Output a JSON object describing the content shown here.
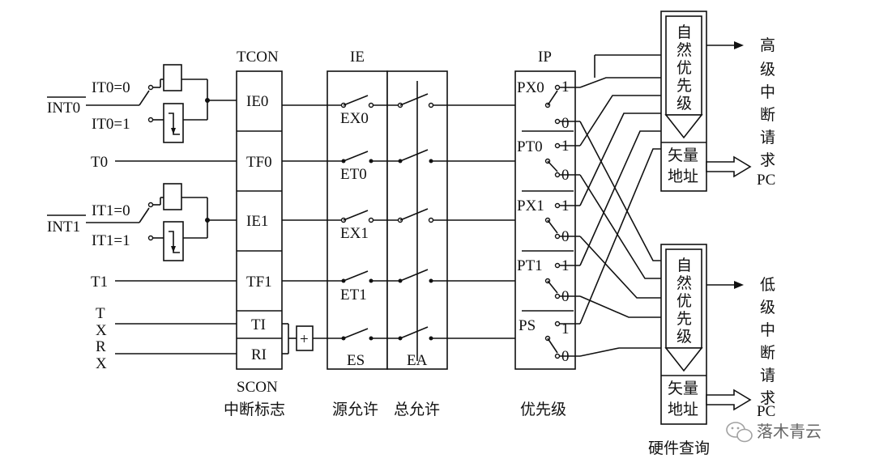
{
  "inputs": {
    "int0": "INT0",
    "it0_0": "IT0=0",
    "it0_1": "IT0=1",
    "t0": "T0",
    "int1": "INT1",
    "it1_0": "IT1=0",
    "it1_1": "IT1=1",
    "t1": "T1",
    "tx": [
      "T",
      "X"
    ],
    "rx": [
      "R",
      "X"
    ]
  },
  "tcon": {
    "title": "TCON",
    "cells": [
      "IE0",
      "TF0",
      "IE1",
      "TF1",
      "TI",
      "RI"
    ],
    "scon": "SCON",
    "caption": "中断标志",
    "or_symbol": "+"
  },
  "ie": {
    "title": "IE",
    "switches": [
      "EX0",
      "ET0",
      "EX1",
      "ET1",
      "ES"
    ],
    "ea": "EA",
    "caption_source": "源允许",
    "caption_total": "总允许"
  },
  "ip": {
    "title": "IP",
    "rows": [
      "PX0",
      "PT0",
      "PX1",
      "PT1",
      "PS"
    ],
    "one": "1",
    "zero": "0",
    "caption": "优先级"
  },
  "priority": {
    "natural": [
      "自",
      "然",
      "优",
      "先",
      "级"
    ],
    "vector": [
      "矢量",
      "地址"
    ],
    "high_label": [
      "高",
      "级",
      "中",
      "断",
      "请",
      "求"
    ],
    "low_label": [
      "低",
      "级",
      "中",
      "断",
      "请",
      "求"
    ],
    "pc": "PC",
    "caption": "硬件查询"
  },
  "watermark": "落木青云"
}
